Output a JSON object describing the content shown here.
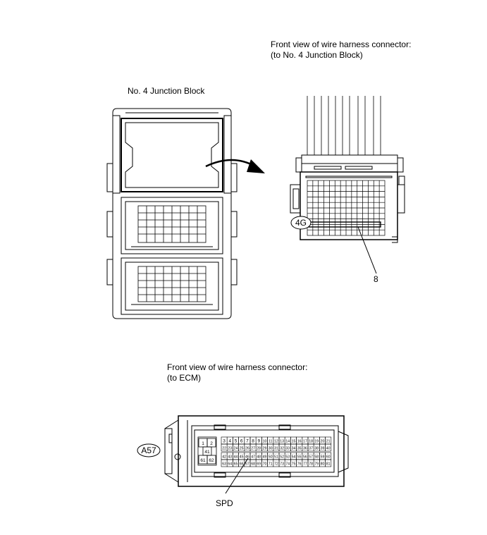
{
  "jb_header": {
    "line1": "Front view of wire harness connector:",
    "line2": "(to No. 4 Junction Block)"
  },
  "jb_title": "No. 4 Junction Block",
  "jb_connector": {
    "code": "4G",
    "pin_callout": "8"
  },
  "ecm_header": {
    "line1": "Front view of wire harness connector:",
    "line2": "(to ECM)"
  },
  "ecm_connector": {
    "code": "A57",
    "signal_label": "SPD",
    "left_pins": [
      "1",
      "2",
      "41",
      "61",
      "62"
    ],
    "row1": [
      "3",
      "4",
      "5",
      "6",
      "7",
      "8",
      "9",
      "10",
      "11",
      "12",
      "13",
      "14",
      "15",
      "16",
      "17",
      "18",
      "19",
      "20",
      "21"
    ],
    "row2": [
      "22",
      "23",
      "24",
      "25",
      "26",
      "27",
      "28",
      "29",
      "30",
      "31",
      "32",
      "33",
      "34",
      "35",
      "36",
      "37",
      "38",
      "39",
      "40"
    ],
    "row3": [
      "42",
      "43",
      "44",
      "45",
      "46",
      "47",
      "48",
      "49",
      "50",
      "51",
      "52",
      "53",
      "54",
      "55",
      "56",
      "57",
      "58",
      "59",
      "60"
    ],
    "row4": [
      "63",
      "64",
      "65",
      "66",
      "67",
      "68",
      "69",
      "70",
      "71",
      "72",
      "73",
      "74",
      "75",
      "76",
      "77",
      "78",
      "79",
      "80",
      "81"
    ]
  }
}
